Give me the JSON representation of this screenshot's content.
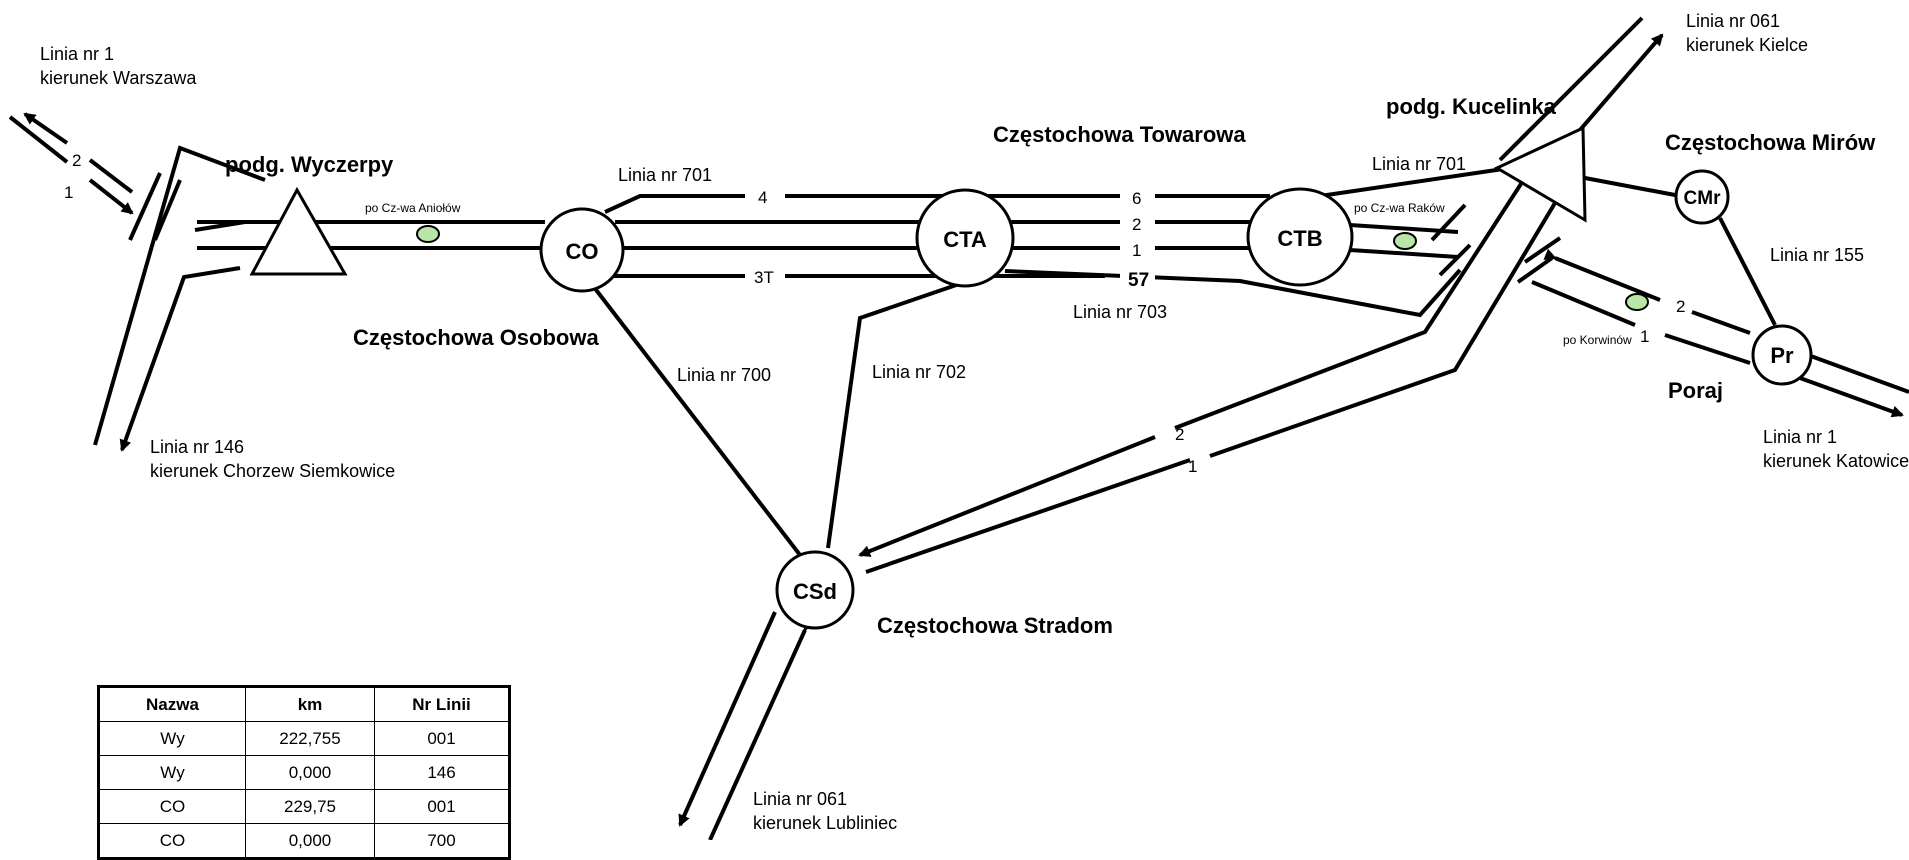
{
  "stations": {
    "co": {
      "code": "CO",
      "name": "Częstochowa Osobowa"
    },
    "cta": {
      "code": "CTA",
      "name": "Częstochowa Towarowa"
    },
    "ctb": {
      "code": "CTB"
    },
    "csd": {
      "code": "CSd",
      "name": "Częstochowa Stradom"
    },
    "cmr": {
      "code": "CMr",
      "name": "Częstochowa Mirów"
    },
    "pr": {
      "code": "Pr",
      "name": "Poraj"
    },
    "wyczerpy": {
      "name": "podg. Wyczerpy"
    },
    "kucelinka": {
      "name": "podg. Kucelinka"
    }
  },
  "directions": {
    "warszawa": {
      "line": "Linia nr 1",
      "dir": "kierunek Warszawa"
    },
    "chorzew": {
      "line": "Linia nr 146",
      "dir": "kierunek Chorzew Siemkowice"
    },
    "kielce": {
      "line": "Linia nr 061",
      "dir": "kierunek Kielce"
    },
    "katowice": {
      "line": "Linia nr 1",
      "dir": "kierunek Katowice"
    },
    "lubliniec": {
      "line": "Linia nr 061",
      "dir": "kierunek Lubliniec"
    }
  },
  "lines": {
    "l701_a": "Linia nr 701",
    "l701_b": "Linia nr 701",
    "l700": "Linia nr 700",
    "l702": "Linia nr 702",
    "l703": "Linia nr 703",
    "l155": "Linia nr 155"
  },
  "signals": {
    "aniolow": "po Cz-wa Aniołów",
    "rakow": "po Cz-wa Raków",
    "korwinow": "po Korwinów"
  },
  "tracks": {
    "w2": "2",
    "w1": "1",
    "t4": "4",
    "t3t": "3T",
    "t6": "6",
    "t2": "2",
    "t1": "1",
    "t57": "57",
    "s2": "2",
    "s1": "1",
    "p2": "2",
    "p1": "1"
  },
  "table": {
    "headers": [
      "Nazwa",
      "km",
      "Nr Linii"
    ],
    "rows": [
      [
        "Wy",
        "222,755",
        "001"
      ],
      [
        "Wy",
        "0,000",
        "146"
      ],
      [
        "CO",
        "229,75",
        "001"
      ],
      [
        "CO",
        "0,000",
        "700"
      ]
    ]
  }
}
